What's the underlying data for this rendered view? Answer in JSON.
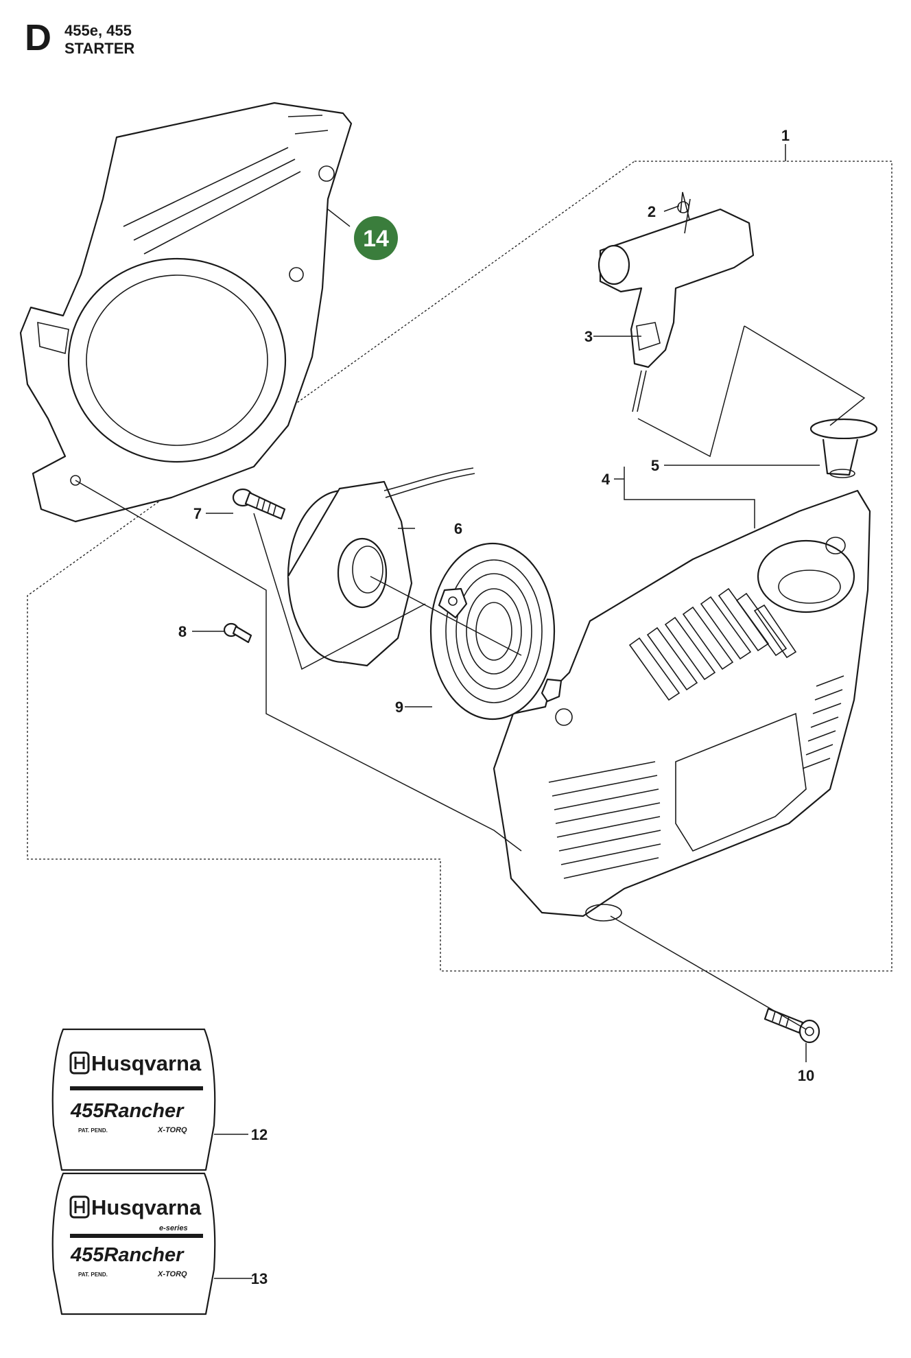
{
  "header": {
    "section_letter": "D",
    "models": "455e, 455",
    "title": "STARTER"
  },
  "badge_color": "#3a7d3c",
  "part_labels": {
    "p1": "1",
    "p2": "2",
    "p3": "3",
    "p4": "4",
    "p5": "5",
    "p6": "6",
    "p7": "7",
    "p8": "8",
    "p9": "9",
    "p10": "10",
    "p12": "12",
    "p13": "13",
    "p14": "14"
  },
  "decal_12": {
    "brand": "Husqvarna",
    "model": "455Rancher",
    "pat": "PAT. PEND.",
    "xtorq": "X-TORQ"
  },
  "decal_13": {
    "brand": "Husqvarna",
    "series": "e-series",
    "model": "455Rancher",
    "pat": "PAT. PEND.",
    "xtorq": "X-TORQ"
  }
}
